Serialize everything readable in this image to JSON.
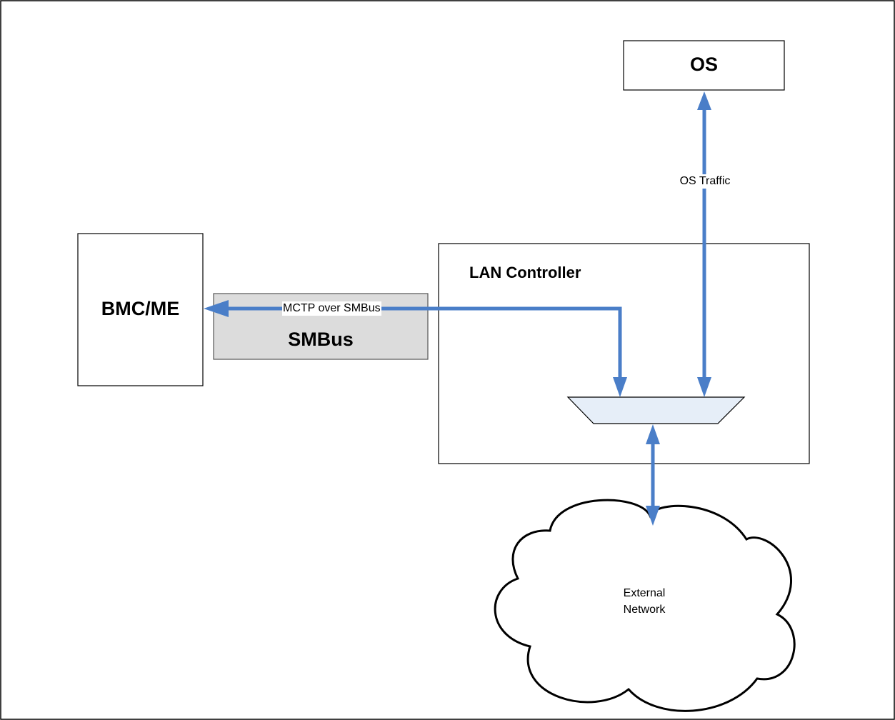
{
  "nodes": {
    "os": {
      "label": "OS"
    },
    "bmc": {
      "label": "BMC/ME"
    },
    "smbus": {
      "label": "SMBus"
    },
    "lan_controller": {
      "label": "LAN Controller"
    },
    "external_network": {
      "line1": "External",
      "line2": "Network"
    }
  },
  "edges": {
    "os_traffic": {
      "label": "OS Traffic"
    },
    "mctp": {
      "label": "MCTP over SMBus"
    }
  },
  "colors": {
    "arrow": "#4a7ec8",
    "smbus_fill": "#dcdcdc",
    "mux_fill": "#e6eef8",
    "stroke": "#000000"
  }
}
